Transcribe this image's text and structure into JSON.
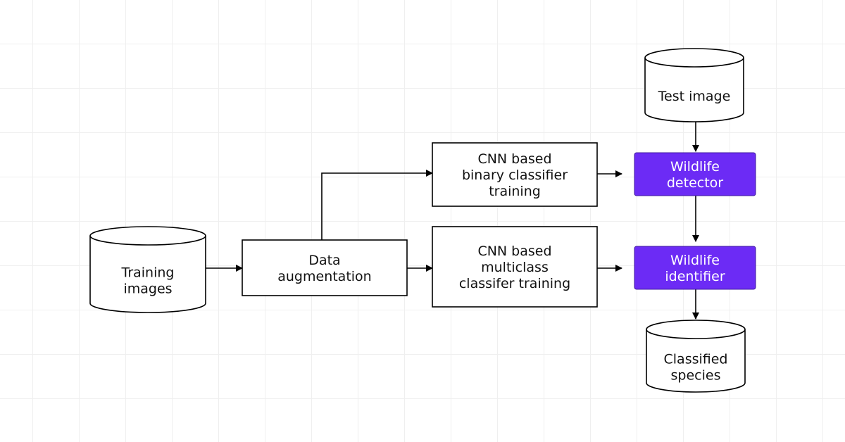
{
  "colors": {
    "highlight": "#6c2bf5",
    "stroke": "#000000",
    "box_fill": "#ffffff"
  },
  "nodes": {
    "training_images": {
      "shape": "cylinder",
      "lines": [
        "Training",
        "images"
      ]
    },
    "data_augmentation": {
      "shape": "rectangle",
      "lines": [
        "Data",
        "augmentation"
      ]
    },
    "binary_training": {
      "shape": "rectangle",
      "lines": [
        "CNN based",
        "binary classifier",
        "training"
      ]
    },
    "multiclass_training": {
      "shape": "rectangle",
      "lines": [
        "CNN based",
        "multiclass",
        "classifer training"
      ]
    },
    "test_image": {
      "shape": "cylinder",
      "lines": [
        "Test image"
      ]
    },
    "wildlife_detector": {
      "shape": "highlight-rectangle",
      "lines": [
        "Wildlife",
        "detector"
      ]
    },
    "wildlife_identifier": {
      "shape": "highlight-rectangle",
      "lines": [
        "Wildlife",
        "identifier"
      ]
    },
    "classified_species": {
      "shape": "cylinder",
      "lines": [
        "Classified",
        "species"
      ]
    }
  },
  "edges": [
    {
      "from": "training_images",
      "to": "data_augmentation"
    },
    {
      "from": "data_augmentation",
      "to": "binary_training"
    },
    {
      "from": "data_augmentation",
      "to": "multiclass_training"
    },
    {
      "from": "binary_training",
      "to": "wildlife_detector"
    },
    {
      "from": "multiclass_training",
      "to": "wildlife_identifier"
    },
    {
      "from": "test_image",
      "to": "wildlife_detector"
    },
    {
      "from": "wildlife_detector",
      "to": "wildlife_identifier"
    },
    {
      "from": "wildlife_identifier",
      "to": "classified_species"
    }
  ]
}
